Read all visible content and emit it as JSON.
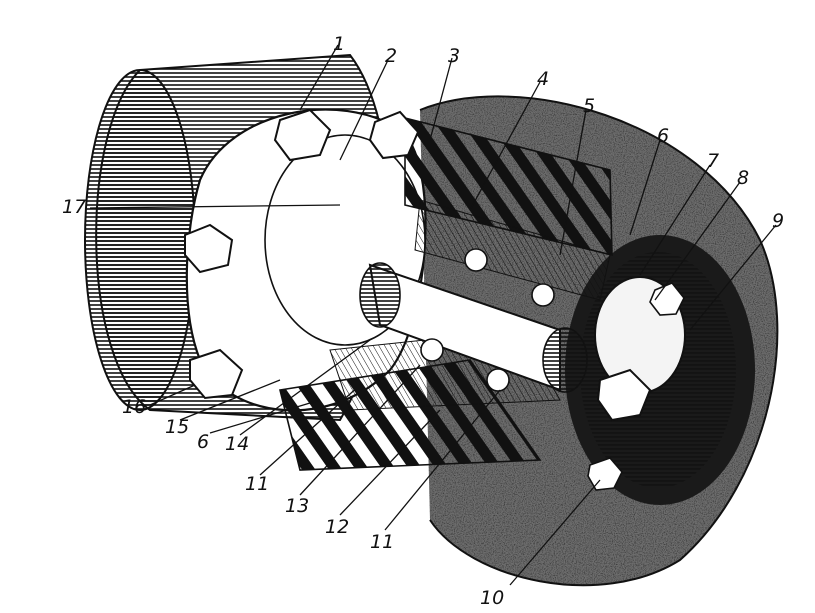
{
  "callouts": [
    {
      "id": "c1",
      "label": "1"
    },
    {
      "id": "c2",
      "label": "2"
    },
    {
      "id": "c3",
      "label": "3"
    },
    {
      "id": "c4",
      "label": "4"
    },
    {
      "id": "c5",
      "label": "5"
    },
    {
      "id": "c6a",
      "label": "6"
    },
    {
      "id": "c7",
      "label": "7"
    },
    {
      "id": "c8",
      "label": "8"
    },
    {
      "id": "c9",
      "label": "9"
    },
    {
      "id": "c10",
      "label": "10"
    },
    {
      "id": "c11a",
      "label": "11"
    },
    {
      "id": "c11b",
      "label": "11"
    },
    {
      "id": "c12",
      "label": "12"
    },
    {
      "id": "c13",
      "label": "13"
    },
    {
      "id": "c14",
      "label": "14"
    },
    {
      "id": "c15",
      "label": "15"
    },
    {
      "id": "c16",
      "label": "16"
    },
    {
      "id": "c17",
      "label": "17"
    },
    {
      "id": "c6b",
      "label": "6"
    }
  ],
  "colors": {
    "ink": "#111111",
    "paper": "#ffffff",
    "stipple": "#3a3a3a"
  }
}
